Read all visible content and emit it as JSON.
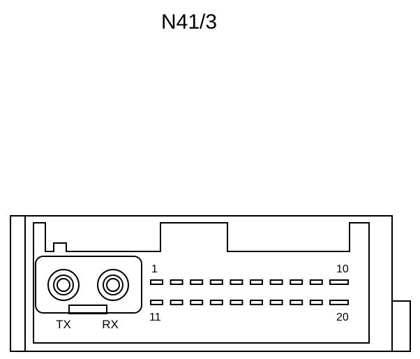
{
  "title": "N41/3",
  "connector": {
    "optical_ports": {
      "tx_label": "TX",
      "rx_label": "RX"
    },
    "pin_labels": {
      "top_left": "1",
      "top_right": "10",
      "bottom_left": "11",
      "bottom_right": "20"
    },
    "pins_per_row": 10
  },
  "colors": {
    "line": "#000000",
    "background": "#ffffff"
  }
}
